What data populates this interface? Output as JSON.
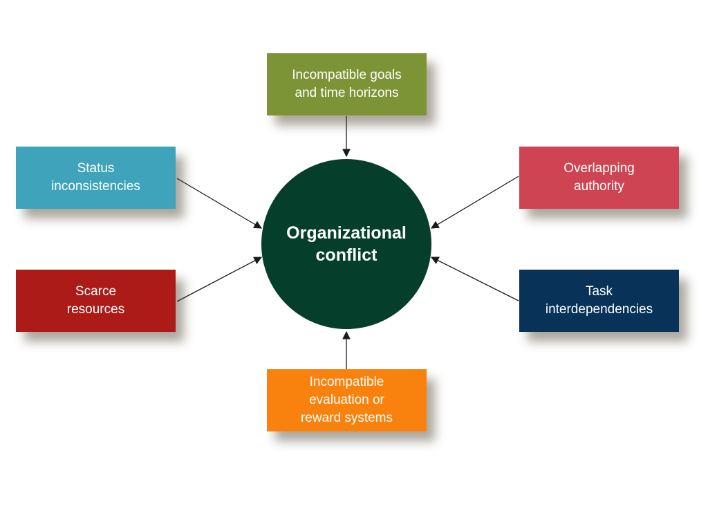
{
  "center": {
    "label": "Organizational\nconflict",
    "color": "#053f2c"
  },
  "causes": [
    {
      "id": "goals",
      "label": "Incompatible goals\nand time horizons",
      "color": "#7d9436"
    },
    {
      "id": "status",
      "label": "Status\ninconsistencies",
      "color": "#3fa3bc"
    },
    {
      "id": "authority",
      "label": "Overlapping\nauthority",
      "color": "#cf4453"
    },
    {
      "id": "scarce",
      "label": "Scarce\nresources",
      "color": "#ac1b17"
    },
    {
      "id": "task",
      "label": "Task\ninterdependencies",
      "color": "#083257"
    },
    {
      "id": "evaluation",
      "label": "Incompatible\nevaluation or\nreward systems",
      "color": "#f9820e"
    }
  ]
}
